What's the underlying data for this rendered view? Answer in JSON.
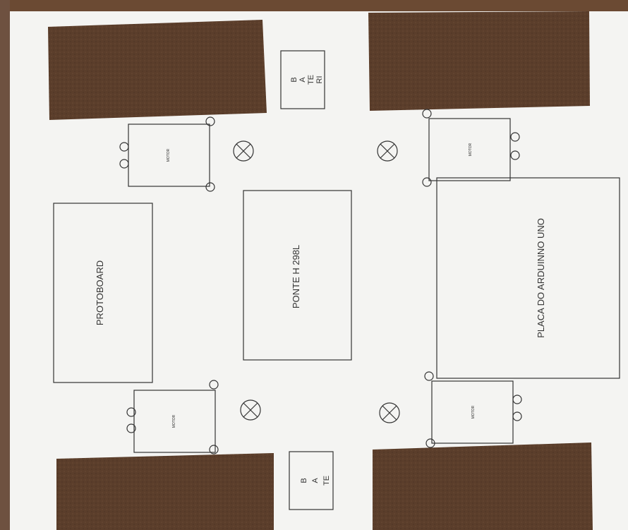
{
  "labels": {
    "protoboard": "PROTOBOARD",
    "ponte_h": "PONTE H 298L",
    "arduino": "PLACA DO ARDUINNO UNO",
    "motor": "MOTOR",
    "battery_top": [
      "B",
      "A",
      "TE",
      "RI"
    ],
    "battery_bottom": [
      "B",
      "A",
      "TE"
    ]
  },
  "colors": {
    "paper": "#f6f6f4",
    "wood": "#5b3e2b",
    "line": "#333333"
  }
}
